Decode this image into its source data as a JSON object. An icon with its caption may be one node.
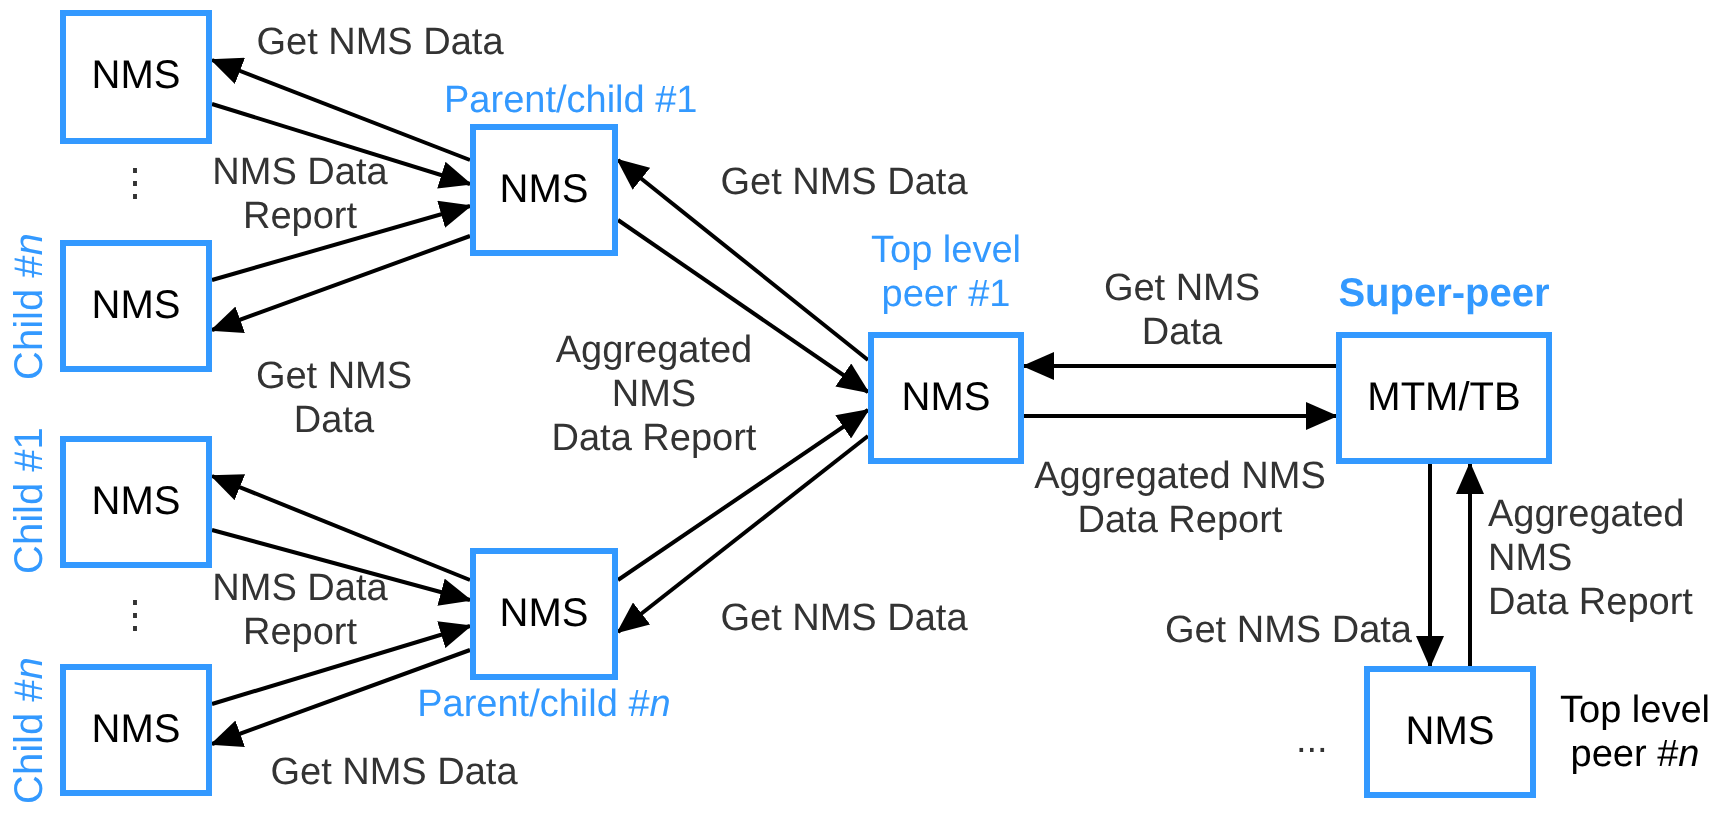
{
  "diagram": {
    "nodes": [
      {
        "text": [
          "NMS"
        ]
      },
      {
        "text": [
          "NMS"
        ],
        "beside": [
          "Parent/child #1"
        ]
      },
      {
        "text": [
          "NMS"
        ],
        "beside": [
          "Child #*n*"
        ]
      },
      {
        "text": [
          "NMS"
        ],
        "beside": [
          "Child #1"
        ]
      },
      {
        "text": [
          "NMS"
        ],
        "beside": [
          "Parent/child #*n*"
        ]
      },
      {
        "text": [
          "NMS"
        ],
        "beside": [
          "Child #*n*"
        ]
      },
      {
        "text": [
          "NMS"
        ],
        "beside": [
          "Top level peer #1"
        ]
      },
      {
        "text": [
          "MTM/TB"
        ],
        "beside": [
          "Super-peer"
        ]
      },
      {
        "text": [
          "NMS"
        ],
        "beside": [
          "Top level peer #*n*"
        ]
      }
    ],
    "edges": [
      {
        "from": 1,
        "to": 0,
        "arrow": "to",
        "label": "Get NMS Data"
      },
      {
        "from": 0,
        "to": 1,
        "arrow": "to",
        "label": "NMS Data Report"
      },
      {
        "from": 2,
        "to": 1,
        "arrow": "to"
      },
      {
        "from": 1,
        "to": 2,
        "arrow": "to",
        "label": "Get NMS Data"
      },
      {
        "from": 4,
        "to": 3,
        "arrow": "to"
      },
      {
        "from": 3,
        "to": 4,
        "arrow": "to",
        "label": "NMS Data Report"
      },
      {
        "from": 5,
        "to": 4,
        "arrow": "to"
      },
      {
        "from": 4,
        "to": 5,
        "arrow": "to",
        "label": "Get NMS Data"
      },
      {
        "from": 6,
        "to": 1,
        "arrow": "to",
        "label": "Get NMS Data"
      },
      {
        "from": 1,
        "to": 6,
        "arrow": "to",
        "label": "Aggregated NMS Data Report"
      },
      {
        "from": 4,
        "to": 6,
        "arrow": "to"
      },
      {
        "from": 6,
        "to": 4,
        "arrow": "to",
        "label": "Get NMS Data"
      },
      {
        "from": 7,
        "to": 6,
        "arrow": "to",
        "label": "Get NMS Data"
      },
      {
        "from": 6,
        "to": 7,
        "arrow": "to",
        "label": "Aggregated NMS Data Report"
      },
      {
        "from": 7,
        "to": 8,
        "arrow": "to",
        "label": "Get NMS Data"
      },
      {
        "from": 8,
        "to": 7,
        "arrow": "to",
        "label": "Aggregated NMS Data Report"
      }
    ],
    "labels": [
      "⋮",
      "⋮",
      "..."
    ]
  }
}
